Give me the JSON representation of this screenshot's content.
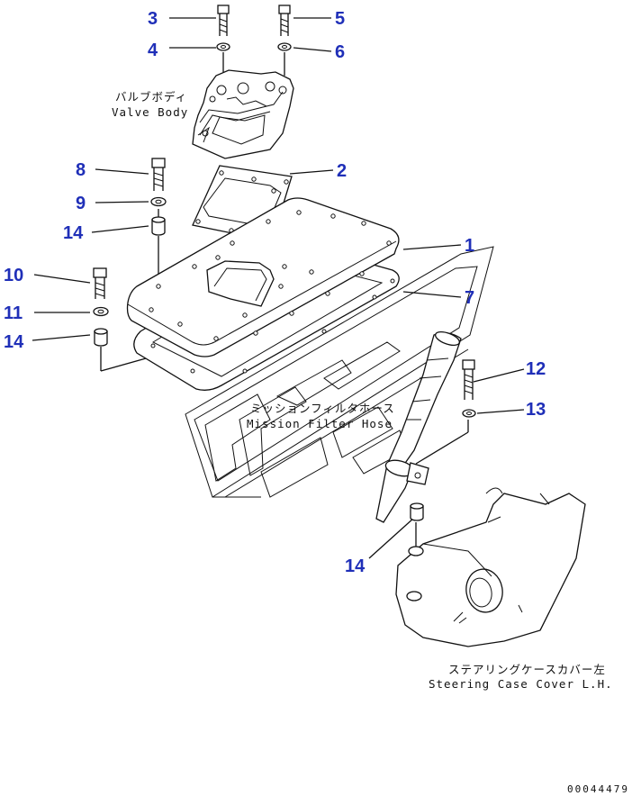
{
  "callouts": {
    "n1": "1",
    "n2": "2",
    "n3": "3",
    "n4": "4",
    "n5": "5",
    "n6": "6",
    "n7": "7",
    "n8": "8",
    "n9": "9",
    "n10": "10",
    "n11": "11",
    "n12": "12",
    "n13": "13",
    "n14a": "14",
    "n14b": "14",
    "n14c": "14"
  },
  "labels": {
    "valve_body_jp": "バルブボディ",
    "valve_body_en": "Valve Body",
    "mission_filter_hose_jp": "ミッションフィルタホース",
    "mission_filter_hose_en": "Mission Filter Hose",
    "steering_case_cover_jp": "ステアリングケースカバー左",
    "steering_case_cover_en": "Steering Case Cover L.H."
  },
  "drawing_code": "00044479",
  "colors": {
    "callout": "#1f2fb8",
    "line": "#111111",
    "background": "#ffffff"
  }
}
